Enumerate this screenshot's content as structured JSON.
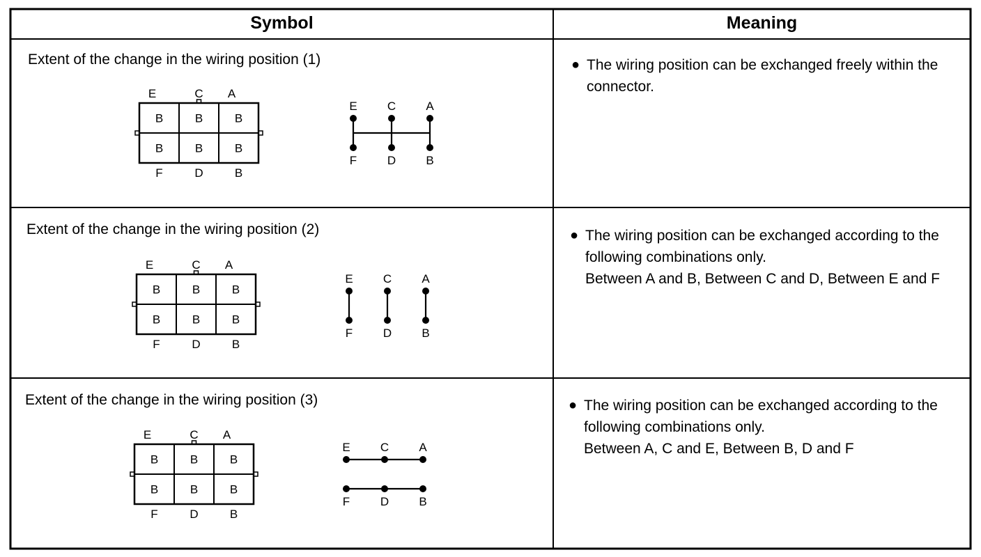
{
  "table": {
    "headers": {
      "symbol": "Symbol",
      "meaning": "Meaning"
    },
    "connector": {
      "top_labels": [
        "E",
        "C",
        "A"
      ],
      "bottom_labels": [
        "F",
        "D",
        "B"
      ],
      "cells": [
        [
          "B",
          "B",
          "B"
        ],
        [
          "B",
          "B",
          "B"
        ]
      ]
    },
    "rows": [
      {
        "title": "Extent of the change in the wiring position (1)",
        "wiring": {
          "top": [
            "E",
            "C",
            "A"
          ],
          "bottom": [
            "F",
            "D",
            "B"
          ],
          "pattern": "all-connected"
        },
        "meaning": {
          "bullet": "●",
          "lines": [
            "The wiring position can be exchanged freely within the connector."
          ]
        }
      },
      {
        "title": "Extent of the change in the wiring position (2)",
        "wiring": {
          "top": [
            "E",
            "C",
            "A"
          ],
          "bottom": [
            "F",
            "D",
            "B"
          ],
          "pattern": "vertical-pairs"
        },
        "meaning": {
          "bullet": "●",
          "lines": [
            "The wiring position can be exchanged according to the following combinations only.",
            "Between A and B, Between C and D, Between E and F"
          ]
        }
      },
      {
        "title": "Extent of the change in the wiring position (3)",
        "wiring": {
          "top": [
            "E",
            "C",
            "A"
          ],
          "bottom": [
            "F",
            "D",
            "B"
          ],
          "pattern": "horizontal-rows"
        },
        "meaning": {
          "bullet": "●",
          "lines": [
            "The wiring position can be exchanged according to the following combinations only.",
            "Between A, C and E, Between B, D and F"
          ]
        }
      }
    ]
  }
}
